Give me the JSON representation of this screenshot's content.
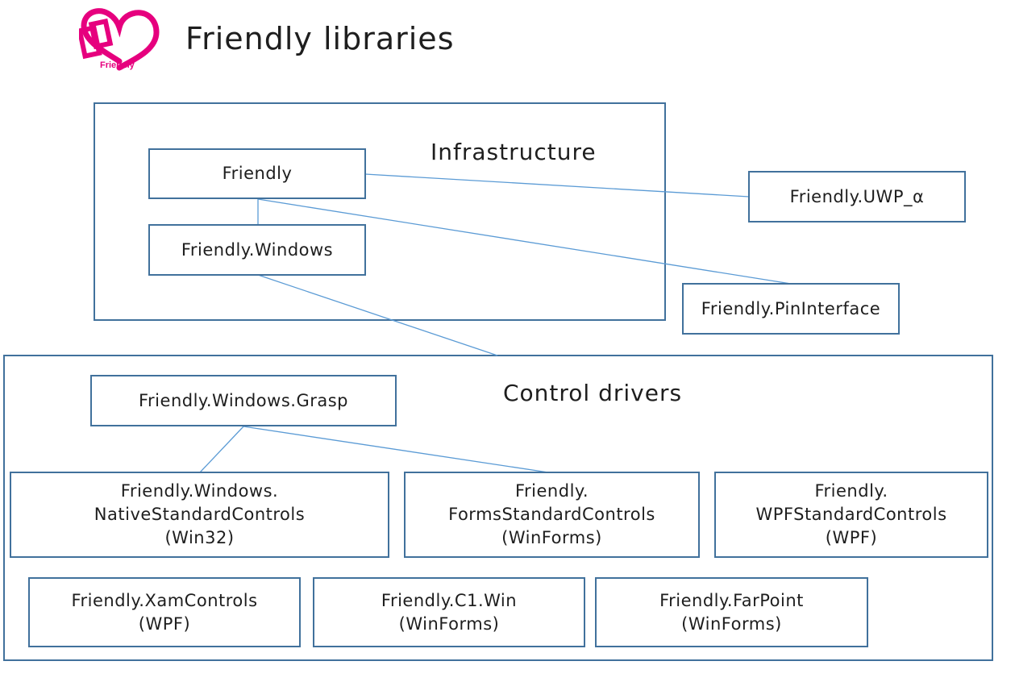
{
  "header": {
    "title": "Friendly libraries",
    "logo_text": "Friendly"
  },
  "colors": {
    "border": "#41719c",
    "connector": "#5b9bd5",
    "logo": "#e6007e"
  },
  "groups": {
    "infrastructure": "Infrastructure",
    "control_drivers": "Control drivers"
  },
  "nodes": {
    "friendly": [
      "Friendly"
    ],
    "friendly_windows": [
      "Friendly.Windows"
    ],
    "friendly_uwp": [
      "Friendly.UWP_α"
    ],
    "friendly_pininterface": [
      "Friendly.PinInterface"
    ],
    "friendly_windows_grasp": [
      "Friendly.Windows.Grasp"
    ],
    "native_controls": [
      "Friendly.Windows.",
      "NativeStandardControls",
      "(Win32)"
    ],
    "forms_controls": [
      "Friendly.",
      "FormsStandardControls",
      "(WinForms)"
    ],
    "wpf_controls": [
      "Friendly.",
      "WPFStandardControls",
      "(WPF)"
    ],
    "xam_controls": [
      "Friendly.XamControls",
      "(WPF)"
    ],
    "c1_win": [
      "Friendly.C1.Win",
      "(WinForms)"
    ],
    "farpoint": [
      "Friendly.FarPoint",
      "(WinForms)"
    ]
  }
}
